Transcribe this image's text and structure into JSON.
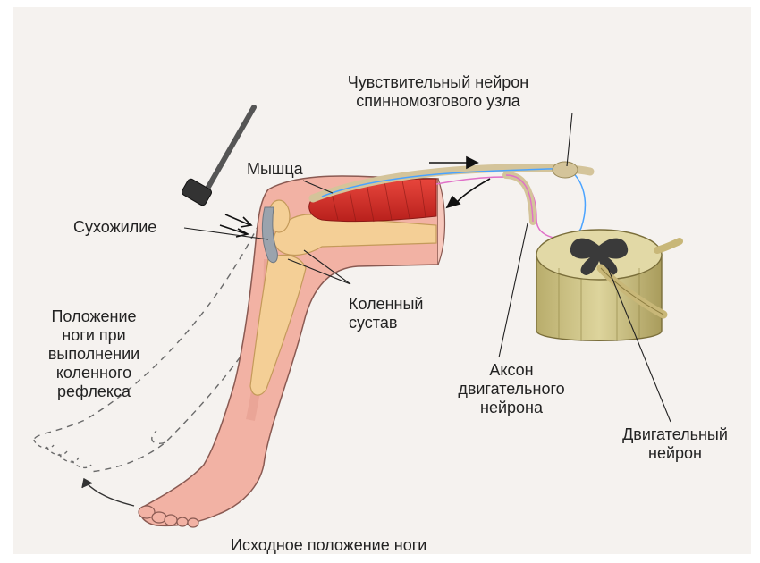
{
  "labels": {
    "sensory_neuron": "Чувствительный нейрон\nспинномозгового узла",
    "muscle": "Мышца",
    "tendon": "Сухожилие",
    "knee_joint": "Коленный\nсустав",
    "reflex_position": "Положение\nноги при\nвыполнении\nколенного\nрефлекса",
    "motor_axon": "Аксон\nдвигательного\nнейрона",
    "motor_neuron": "Двигательный\nнейрон",
    "initial_position": "Исходное положение ноги"
  },
  "colors": {
    "background": "#f5f2ef",
    "skin": "#f2b2a4",
    "skin_outline": "#8a5a52",
    "bone": "#f4cf96",
    "muscle": "#d8302a",
    "cartilage": "#9aa3ad",
    "spinal_cord_white": "#cfc68a",
    "spinal_cord_grey": "#3a3a3a",
    "sensory_nerve": "#4aa3ff",
    "motor_nerve": "#e070c8",
    "nerve_sheath": "#d4c49a",
    "hammer": "#555555"
  },
  "icons": {
    "hammer": "reflex-hammer-icon",
    "arrows": "direction-arrow-icon"
  }
}
